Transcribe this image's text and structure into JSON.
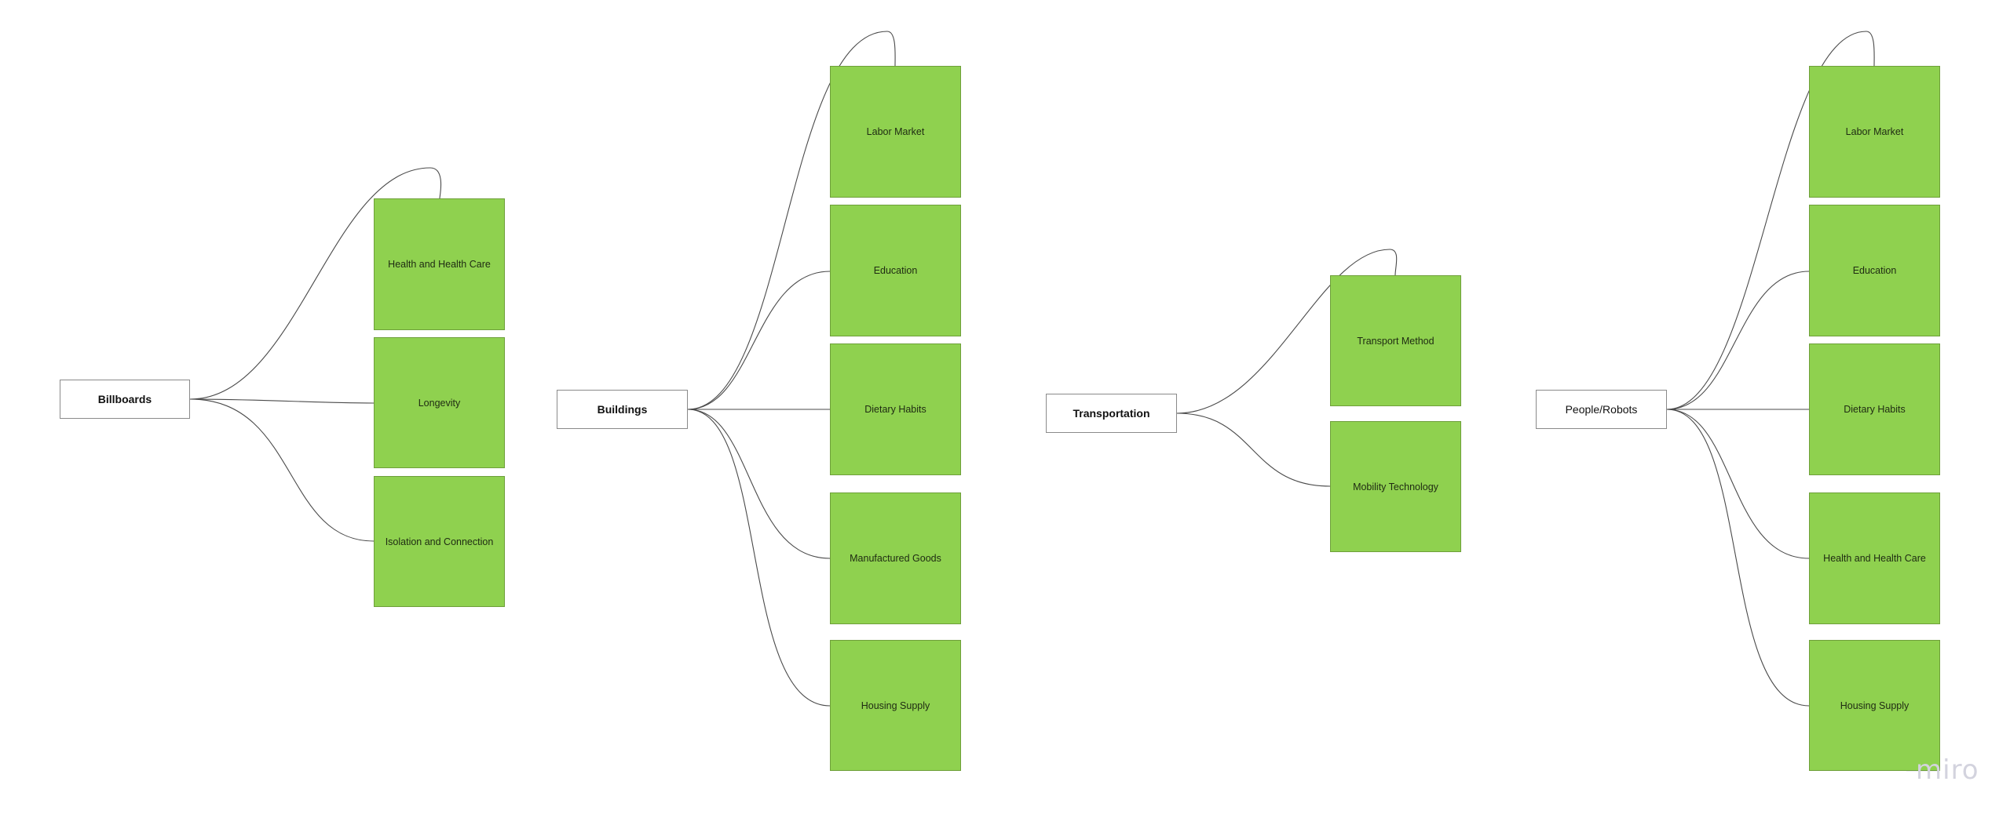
{
  "colors": {
    "sticky": "#8fd14f",
    "border": "#8a8a8a",
    "line": "#4a4a4a",
    "background": "#ffffff"
  },
  "watermark": "miro",
  "clusters": [
    {
      "root": {
        "label": "Billboards",
        "bold": true
      },
      "notes": [
        "Health and Health Care",
        "Longevity",
        "Isolation and Connection"
      ]
    },
    {
      "root": {
        "label": "Buildings",
        "bold": true
      },
      "notes": [
        "Labor Market",
        "Education",
        "Dietary Habits",
        "Manufactured Goods",
        "Housing Supply"
      ]
    },
    {
      "root": {
        "label": "Transportation",
        "bold": true
      },
      "notes": [
        "Transport Method",
        "Mobility Technology"
      ]
    },
    {
      "root": {
        "label": "People/Robots",
        "bold": false
      },
      "notes": [
        "Labor Market",
        "Education",
        "Dietary Habits",
        "Health and Health Care",
        "Housing Supply"
      ]
    }
  ]
}
